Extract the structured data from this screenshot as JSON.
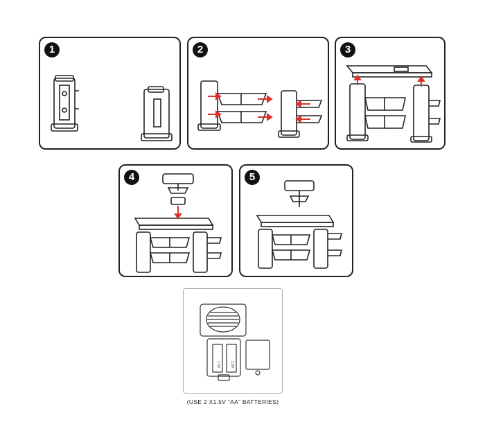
{
  "steps": [
    {
      "number": "1"
    },
    {
      "number": "2"
    },
    {
      "number": "3"
    },
    {
      "number": "4"
    },
    {
      "number": "5"
    }
  ],
  "battery": {
    "cell_label_left": "1.5V",
    "cell_label_right": "1.5V",
    "caption": "(USE 2 X1.5V  “AA”  BATTERIES)"
  },
  "colors": {
    "outline": "#222222",
    "arrow": "#d9322b"
  }
}
